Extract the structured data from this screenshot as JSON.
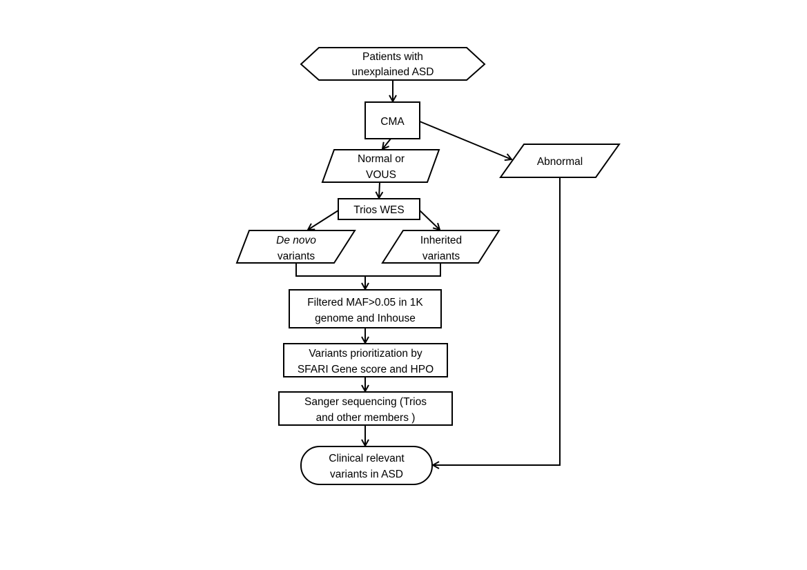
{
  "diagram": {
    "type": "flowchart",
    "nodes": {
      "start": {
        "shape": "hexagon",
        "lines": [
          "Patients with",
          "unexplained ASD"
        ]
      },
      "cma": {
        "shape": "rectangle",
        "lines": [
          "CMA"
        ]
      },
      "normal": {
        "shape": "parallelogram",
        "lines": [
          "Normal or",
          "VOUS"
        ]
      },
      "abnormal": {
        "shape": "parallelogram",
        "lines": [
          "Abnormal"
        ]
      },
      "wes": {
        "shape": "rectangle",
        "lines": [
          "Trios WES"
        ]
      },
      "denovo": {
        "shape": "parallelogram",
        "lines": [
          "De novo",
          "variants"
        ],
        "italic_first_line": true
      },
      "inherited": {
        "shape": "parallelogram",
        "lines": [
          "Inherited",
          "variants"
        ]
      },
      "filter": {
        "shape": "rectangle",
        "lines": [
          "Filtered MAF>0.05 in 1K",
          "genome and Inhouse"
        ]
      },
      "prior": {
        "shape": "rectangle",
        "lines": [
          "Variants prioritization by",
          "SFARI Gene score and HPO"
        ]
      },
      "sanger": {
        "shape": "rectangle",
        "lines": [
          "Sanger sequencing (Trios",
          "and other members )"
        ]
      },
      "result": {
        "shape": "terminator",
        "lines": [
          "Clinical relevant",
          "variants in ASD"
        ]
      }
    },
    "edges": [
      {
        "from": "start",
        "to": "cma"
      },
      {
        "from": "cma",
        "to": "normal"
      },
      {
        "from": "cma",
        "to": "abnormal"
      },
      {
        "from": "normal",
        "to": "wes"
      },
      {
        "from": "wes",
        "to": "denovo"
      },
      {
        "from": "wes",
        "to": "inherited"
      },
      {
        "from": "denovo",
        "to": "filter"
      },
      {
        "from": "inherited",
        "to": "filter"
      },
      {
        "from": "filter",
        "to": "prior"
      },
      {
        "from": "prior",
        "to": "sanger"
      },
      {
        "from": "sanger",
        "to": "result"
      },
      {
        "from": "abnormal",
        "to": "result"
      }
    ]
  }
}
